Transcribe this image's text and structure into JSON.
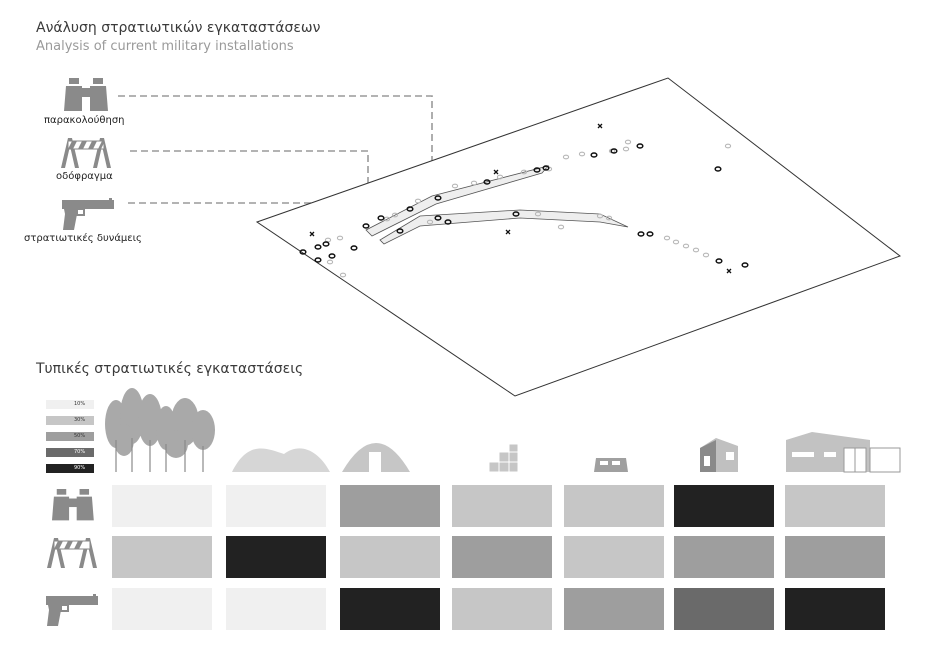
{
  "header": {
    "title_gr": "Ανάλυση στρατιωτικών εγκαταστάσεων",
    "title_en": "Analysis of current military installations"
  },
  "legend": {
    "surveillance": {
      "label": "παρακολούθηση",
      "icon": "binoculars-icon"
    },
    "barrier": {
      "label": "οδόφραγμα",
      "icon": "barrier-icon"
    },
    "forces": {
      "label": "στρατιωτικές δυνάμεις",
      "icon": "pistol-icon"
    }
  },
  "section2": {
    "title": "Τυπικές στρατιωτικές εγκαταστάσεις"
  },
  "scale": {
    "levels": [
      {
        "label": "10%",
        "color": "#f0f0f0"
      },
      {
        "label": "30%",
        "color": "#c6c6c6"
      },
      {
        "label": "50%",
        "color": "#9e9e9e"
      },
      {
        "label": "70%",
        "color": "#6a6a6a"
      },
      {
        "label": "90%",
        "color": "#222222"
      }
    ]
  },
  "matrix": {
    "columns": [
      "trees",
      "mounds",
      "tunnel-shelter",
      "container-stack",
      "guard-post",
      "watch-cabin",
      "building"
    ],
    "rows": [
      {
        "name": "surveillance",
        "icon": "binoculars-icon",
        "levels": [
          10,
          10,
          50,
          30,
          30,
          90,
          30
        ]
      },
      {
        "name": "barrier",
        "icon": "barrier-icon",
        "levels": [
          30,
          90,
          30,
          50,
          30,
          50,
          50
        ]
      },
      {
        "name": "forces",
        "icon": "pistol-icon",
        "levels": [
          10,
          10,
          90,
          30,
          50,
          70,
          90
        ]
      }
    ]
  }
}
